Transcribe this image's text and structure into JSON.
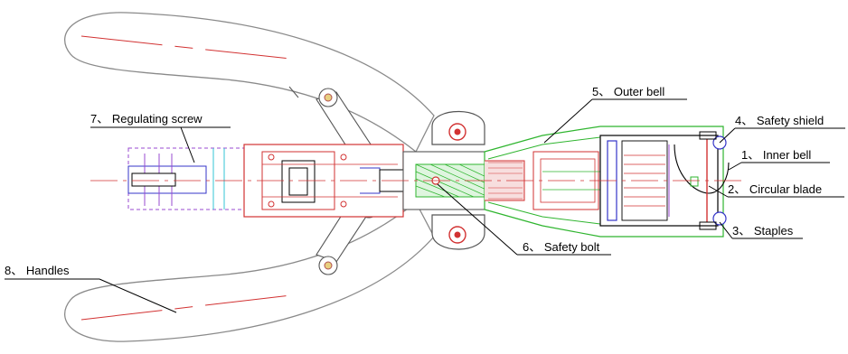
{
  "labels": {
    "outer_bell": "5、 Outer bell",
    "regulating_screw": "7、 Regulating screw",
    "safety_shield": "4、 Safety shield",
    "inner_bell": "1、 Inner bell",
    "circular_blade": "2、 Circular blade",
    "staples": "3、 Staples",
    "safety_bolt": "6、 Safety bolt",
    "handles": "8、 Handles"
  },
  "colors": {
    "outline": "#000000",
    "red_lines": "#d23232",
    "green_lines": "#2fb52f",
    "blue_lines": "#3434c8",
    "purple_lines": "#9a4bd0",
    "cyan_lines": "#33c6d6",
    "handle_fill": "#ffffff"
  }
}
